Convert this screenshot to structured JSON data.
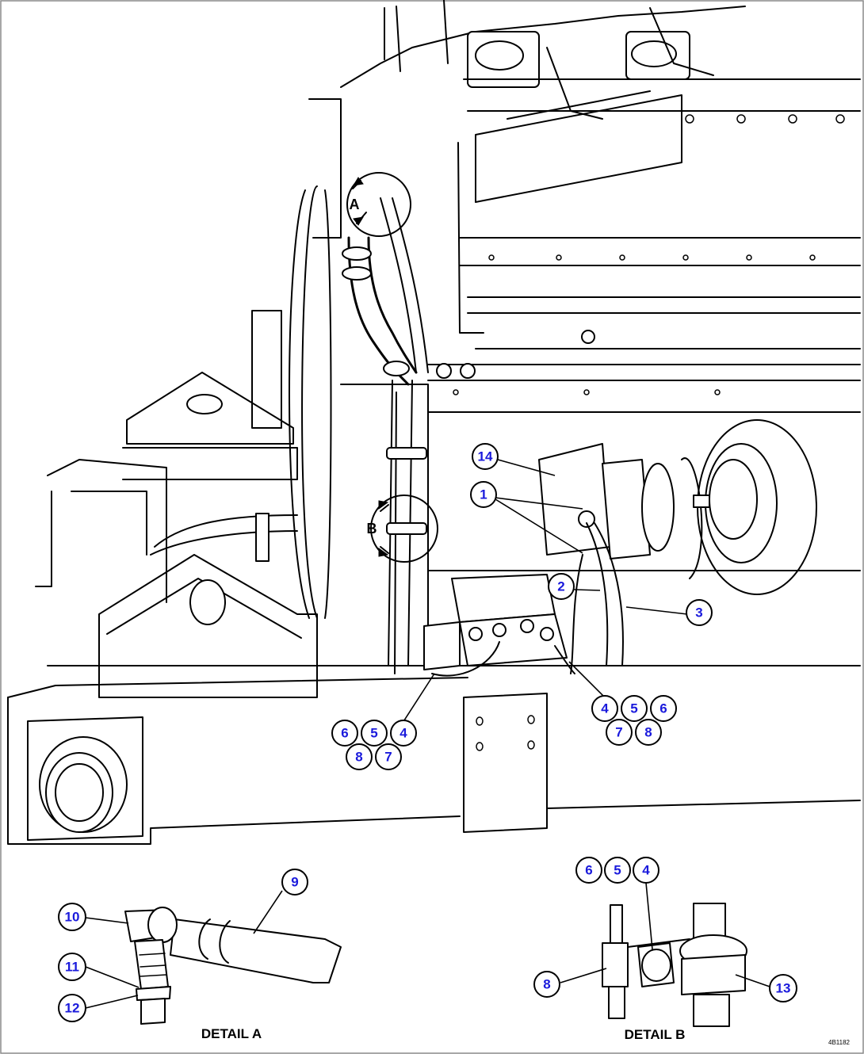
{
  "callouts": [
    {
      "id": "c14",
      "label": "14"
    },
    {
      "id": "c1",
      "label": "1"
    },
    {
      "id": "c2",
      "label": "2"
    },
    {
      "id": "c3",
      "label": "3"
    },
    {
      "id": "grpR_4",
      "label": "4"
    },
    {
      "id": "grpR_5",
      "label": "5"
    },
    {
      "id": "grpR_6",
      "label": "6"
    },
    {
      "id": "grpR_7",
      "label": "7"
    },
    {
      "id": "grpR_8",
      "label": "8"
    },
    {
      "id": "grpL_6",
      "label": "6"
    },
    {
      "id": "grpL_5",
      "label": "5"
    },
    {
      "id": "grpL_4",
      "label": "4"
    },
    {
      "id": "grpL_8",
      "label": "8"
    },
    {
      "id": "grpL_7",
      "label": "7"
    },
    {
      "id": "dA_9",
      "label": "9"
    },
    {
      "id": "dA_10",
      "label": "10"
    },
    {
      "id": "dA_11",
      "label": "11"
    },
    {
      "id": "dA_12",
      "label": "12"
    },
    {
      "id": "dB_6",
      "label": "6"
    },
    {
      "id": "dB_5",
      "label": "5"
    },
    {
      "id": "dB_4",
      "label": "4"
    },
    {
      "id": "dB_8",
      "label": "8"
    },
    {
      "id": "dB_13",
      "label": "13"
    }
  ],
  "detail_refs": {
    "a": "A",
    "b": "B"
  },
  "captions": {
    "detail_a": "DETAIL A",
    "detail_b": "DETAIL B"
  },
  "reference_code": "4B1182",
  "colors": {
    "callout_text": "#1a1adc",
    "line": "#000000"
  }
}
